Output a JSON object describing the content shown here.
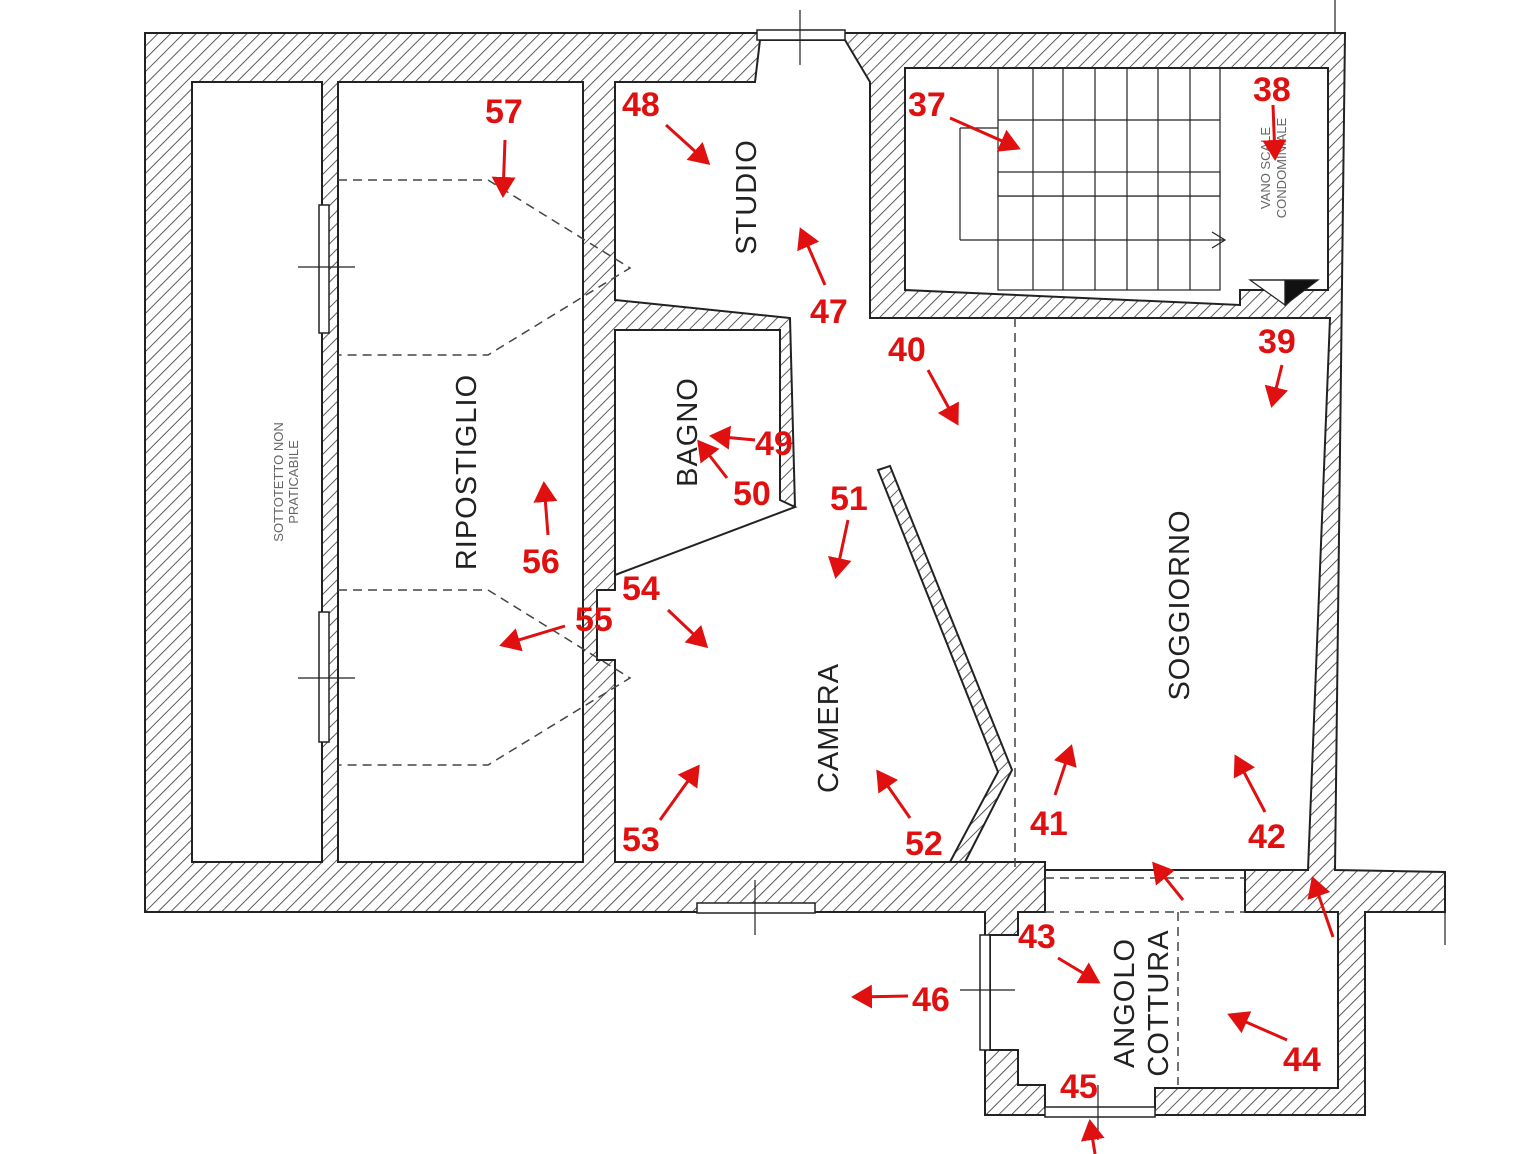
{
  "rooms": {
    "studio": "STUDIO",
    "bagno": "BAGNO",
    "ripostiglio": "RIPOSTIGLIO",
    "camera": "CAMERA",
    "soggiorno": "SOGGIORNO",
    "angolo": "ANGOLO",
    "cottura": "COTTURA",
    "sottotetto_1": "SOTTOTETTO NON",
    "sottotetto_2": "PRATICABILE",
    "vano_1": "VANO SCALE",
    "vano_2": "CONDOMINIALE"
  },
  "markers": [
    "37",
    "38",
    "39",
    "40",
    "41",
    "42",
    "43",
    "44",
    "45",
    "46",
    "47",
    "48",
    "49",
    "50",
    "51",
    "52",
    "53",
    "54",
    "55",
    "56",
    "57"
  ],
  "colors": {
    "marker": "#e01010",
    "wall": "#222222"
  }
}
